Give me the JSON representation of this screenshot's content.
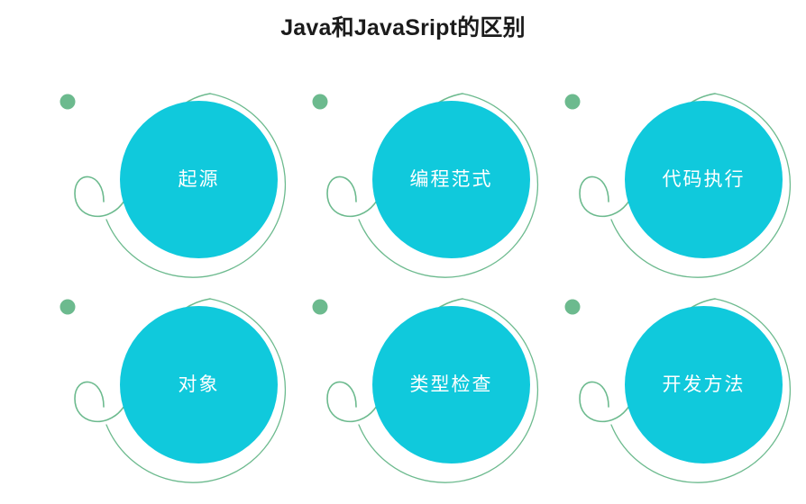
{
  "page": {
    "title": "Java和JavaSript的区别",
    "background_color": "#ffffff"
  },
  "theme": {
    "title_color": "#1b1b1b",
    "disc_color": "#10C9DC",
    "ring_color": "#6CBA8E",
    "dot_color": "#6CBA8E",
    "label_color": "#ffffff"
  },
  "diagram": {
    "type": "radial-node-grid",
    "columns": 3,
    "rows": 2,
    "node_count": 6,
    "nodes": [
      {
        "id": "node-origin",
        "label": "起源",
        "row": 1,
        "column": 1,
        "dot_icon": "green-dot-icon",
        "swoosh_icon": "swoosh-line-icon",
        "ring_icon": "open-ring-icon"
      },
      {
        "id": "node-paradigm",
        "label": "编程范式",
        "row": 1,
        "column": 2,
        "dot_icon": "green-dot-icon",
        "swoosh_icon": "swoosh-line-icon",
        "ring_icon": "open-ring-icon"
      },
      {
        "id": "node-execution",
        "label": "代码执行",
        "row": 1,
        "column": 3,
        "dot_icon": "green-dot-icon",
        "swoosh_icon": "swoosh-line-icon",
        "ring_icon": "open-ring-icon"
      },
      {
        "id": "node-object",
        "label": "对象",
        "row": 2,
        "column": 1,
        "dot_icon": "green-dot-icon",
        "swoosh_icon": "swoosh-line-icon",
        "ring_icon": "open-ring-icon"
      },
      {
        "id": "node-type-check",
        "label": "类型检查",
        "row": 2,
        "column": 2,
        "dot_icon": "green-dot-icon",
        "swoosh_icon": "swoosh-line-icon",
        "ring_icon": "open-ring-icon"
      },
      {
        "id": "node-development",
        "label": "开发方法",
        "row": 2,
        "column": 3,
        "dot_icon": "green-dot-icon",
        "swoosh_icon": "swoosh-line-icon",
        "ring_icon": "open-ring-icon"
      }
    ]
  }
}
